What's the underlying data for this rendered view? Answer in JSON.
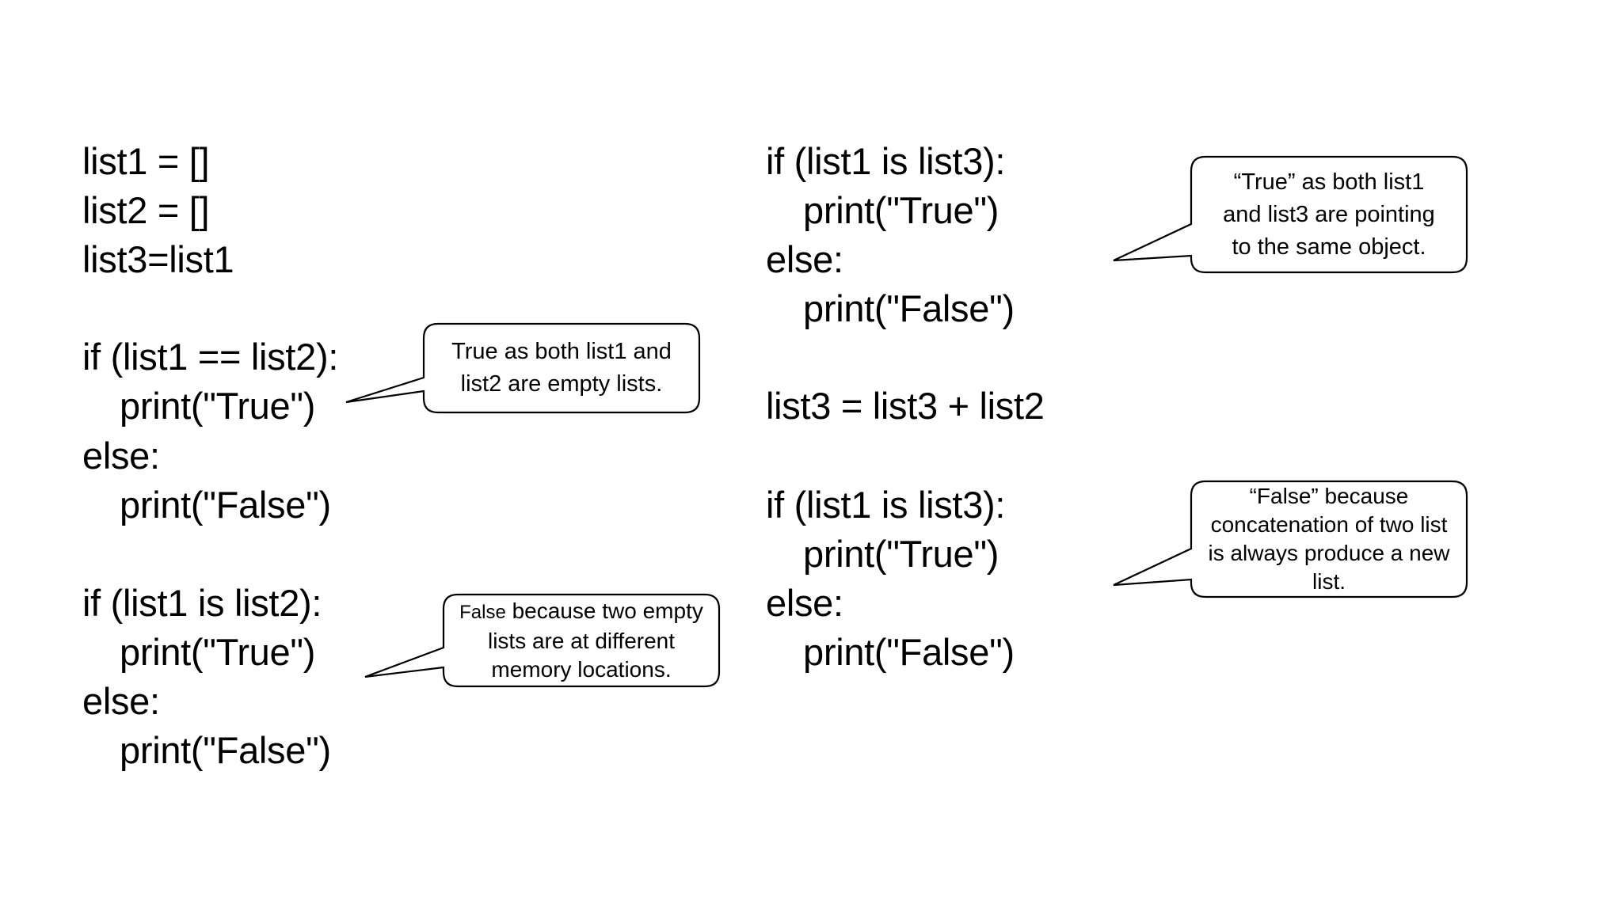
{
  "left_code": [
    "list1 = []",
    "list2 = []",
    "list3=list1",
    "",
    "if (list1 == list2):",
    "print(\"True\")",
    "else:",
    "print(\"False\")",
    "",
    "if (list1 is list2):",
    "print(\"True\")",
    "else:",
    "print(\"False\")"
  ],
  "right_code": [
    "if (list1 is list3):",
    "print(\"True\")",
    "else:",
    "print(\"False\")",
    "",
    "list3 = list3 + list2",
    "",
    "if (list1 is list3):",
    "print(\"True\")",
    "else:",
    "print(\"False\")"
  ],
  "callouts": {
    "equal_lists": {
      "line1": "True as both list1 and",
      "line2": "list2 are empty lists."
    },
    "is_list2": {
      "first_word": "False",
      "line1_rest": " because two empty",
      "line2": "lists are at different",
      "line3": "memory locations."
    },
    "is_list3_true": {
      "line1": "“True” as both list1",
      "line2": "and list3 are pointing",
      "line3": "to the same object."
    },
    "is_list3_false": {
      "line1": "“False” because",
      "line2": "concatenation of two list",
      "line3": "is always produce a new",
      "line4": "list."
    }
  }
}
